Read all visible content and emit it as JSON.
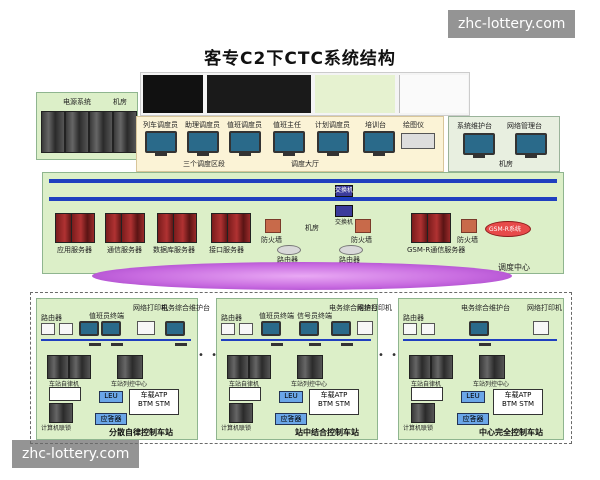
{
  "title": "客专C2下CTC系统结构",
  "watermark_top": "zhc-lottery.com",
  "watermark_bottom": "zhc-lottery.com",
  "top_room": {
    "label_power": "电源系统",
    "label_room": "机房"
  },
  "dispatch_hall": {
    "positions": [
      "列车调度员",
      "助理调度员",
      "值班调度员",
      "值班主任",
      "计划调度员",
      "培训台",
      "绘图仪"
    ],
    "three_area": "三个调度区段",
    "hall": "调度大厅"
  },
  "right_room": {
    "left": "系统维护台",
    "right": "网络管理台",
    "room": "机房"
  },
  "center": {
    "switch1": "交换机",
    "switch2": "交换机",
    "servers": [
      "应用服务器",
      "通信服务器",
      "数据库服务器",
      "接口服务器",
      "GSM-R通信服务器"
    ],
    "firewall": "防火墙",
    "router": "路由器",
    "room": "机房",
    "gsm": "GSM-R系统",
    "center_label": "调度中心"
  },
  "stations": [
    {
      "top_labels": [
        "路由器",
        "值班员终端",
        "网络打印机",
        "电务综合维护台"
      ],
      "name": "分散自律控制车站",
      "dev1": "车站自律机",
      "dev2": "车站列控中心",
      "leu": "LEU",
      "resp": "应答器",
      "atp": "车载ATP",
      "btm": "BTM",
      "stm": "STM",
      "ilk": "计算机联锁"
    },
    {
      "top_labels": [
        "路由器",
        "值班员终端",
        "信号员终端",
        "电务综合维护台",
        "网络打印机"
      ],
      "name": "站中结合控制车站",
      "dev1": "车站自律机",
      "dev2": "车站列控中心",
      "leu": "LEU",
      "resp": "应答器",
      "atp": "车载ATP",
      "btm": "BTM",
      "stm": "STM",
      "ilk": "计算机联锁"
    },
    {
      "top_labels": [
        "路由器",
        "电务综合维护台",
        "网络打印机"
      ],
      "name": "中心完全控制车站",
      "dev1": "车站自律机",
      "dev2": "车站列控中心",
      "leu": "LEU",
      "resp": "应答器",
      "atp": "车载ATP",
      "btm": "BTM",
      "stm": "STM",
      "ilk": "计算机联锁"
    }
  ],
  "ellipsis": "• • •"
}
